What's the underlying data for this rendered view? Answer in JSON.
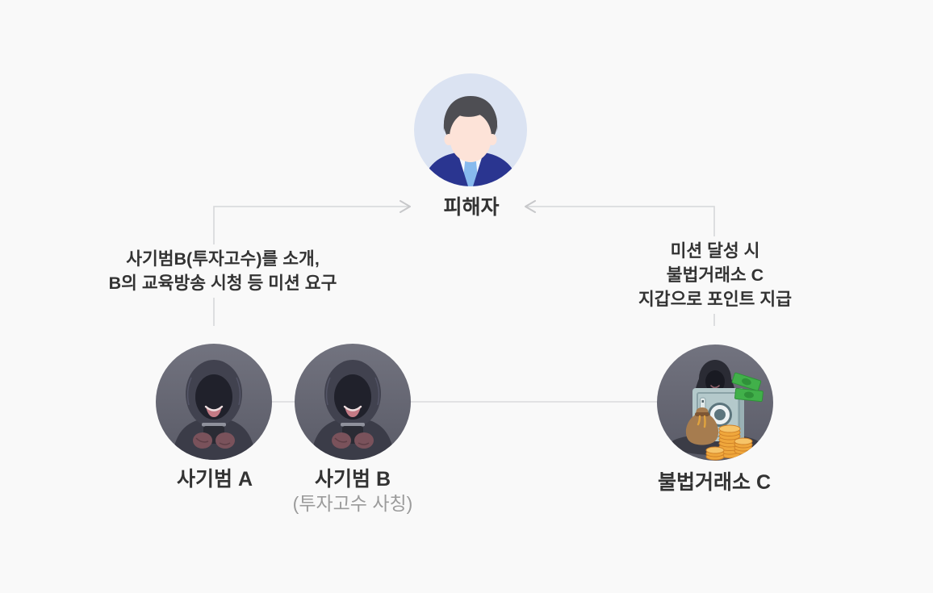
{
  "page": {
    "background": "#f9f9f9"
  },
  "diagram": {
    "victim": {
      "label": "피해자"
    },
    "fraudster_a": {
      "label": "사기범 A"
    },
    "fraudster_b": {
      "label": "사기범 B",
      "sublabel": "(투자고수 사칭)"
    },
    "exchange_c": {
      "label": "불법거래소 C"
    },
    "annotation_left": {
      "lines": [
        "사기범B(투자고수)를 소개,",
        "B의 교육방송 시청 등 미션 요구"
      ]
    },
    "annotation_right": {
      "lines": [
        "미션 달성 시",
        "불법거래소 C",
        "지갑으로 포인트 지급"
      ]
    },
    "icons": {
      "victim": "businessman-avatar-icon",
      "fraudster": "hooded-hacker-phone-icon",
      "exchange": "safe-money-coins-icon"
    },
    "colors": {
      "connector_line": "#d6d7d9",
      "arrowhead": "#c7c8ca",
      "label_text": "#333333",
      "sublabel_text": "#9b9b9b",
      "victim_avatar_bg": "#dbe3f2",
      "hooded_avatar_bg": "#63646f",
      "suit": "#2a3590",
      "tie": "#87baee",
      "safe": "#b4c9cb",
      "coins": "#efa73c",
      "bills": "#41b04a",
      "money_bag": "#a67c4f"
    }
  }
}
